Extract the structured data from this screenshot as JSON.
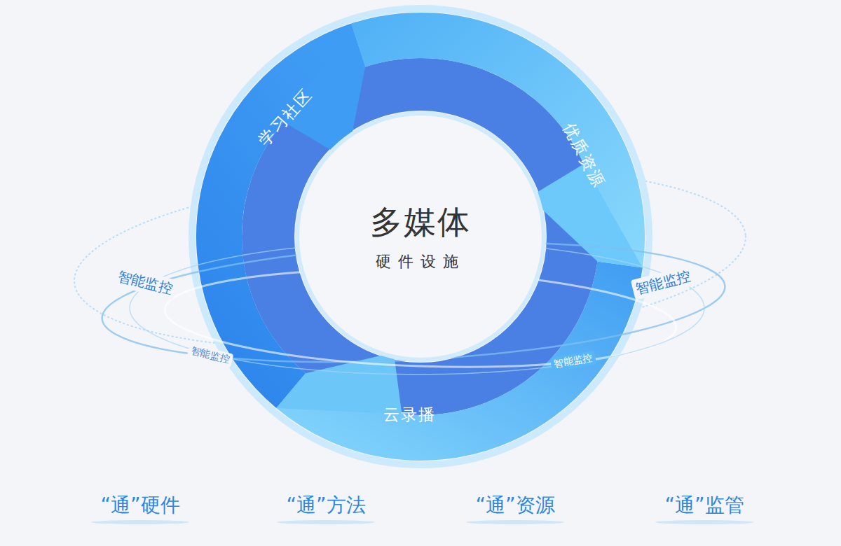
{
  "diagram": {
    "nodes": [
      {
        "text": [
          "学习社区"
        ]
      },
      {
        "text": [
          "优质资源"
        ]
      },
      {
        "text": [
          "多媒体",
          "硬件设施"
        ]
      },
      {
        "text": [
          "云录播"
        ]
      }
    ],
    "labels": [
      "智能监控",
      "智能监控",
      "智能监控",
      "智能监控",
      "“通”硬件",
      "“通”方法",
      "“通”资源",
      "“通”监管"
    ]
  }
}
